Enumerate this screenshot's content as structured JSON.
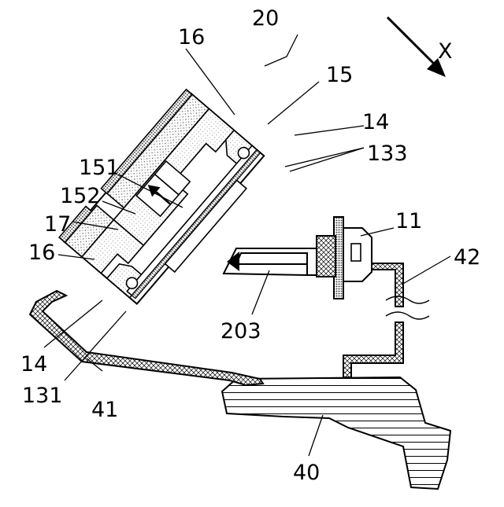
{
  "labels": {
    "ref_20": "20",
    "ref_16_top": "16",
    "ref_15": "15",
    "ref_14_top": "14",
    "ref_133": "133",
    "ref_151": "151",
    "ref_152": "152",
    "ref_17": "17",
    "ref_16_left": "16",
    "ref_11": "11",
    "ref_42": "42",
    "ref_203": "203",
    "ref_14_bottom": "14",
    "ref_131": "131",
    "ref_41": "41",
    "ref_40": "40",
    "direction": "X"
  }
}
